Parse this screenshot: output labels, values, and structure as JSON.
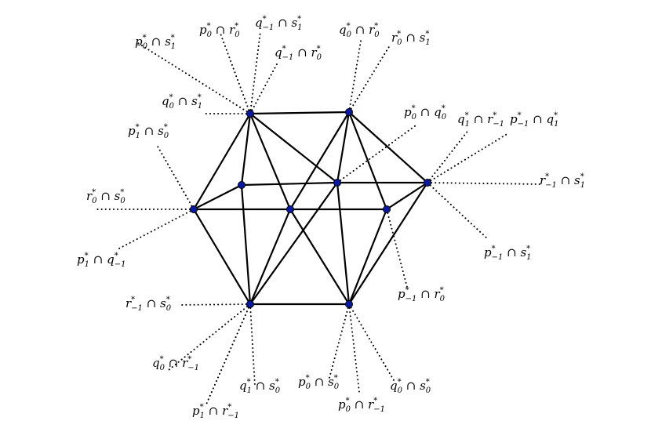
{
  "diagram": {
    "node_color": "#0a1aa0",
    "edge_color": "#000000",
    "labels": [
      {
        "id": "L1",
        "a": "p",
        "as": "0",
        "b": "s",
        "bs": "1"
      },
      {
        "id": "L2",
        "a": "p",
        "as": "0",
        "b": "r",
        "bs": "0"
      },
      {
        "id": "L3",
        "a": "q",
        "as": "−1",
        "b": "s",
        "bs": "1"
      },
      {
        "id": "L4",
        "a": "q",
        "as": "−1",
        "b": "r",
        "bs": "0"
      },
      {
        "id": "L5",
        "a": "q",
        "as": "0",
        "b": "s",
        "bs": "1"
      },
      {
        "id": "L6",
        "a": "q",
        "as": "0",
        "b": "r",
        "bs": "0"
      },
      {
        "id": "L7",
        "a": "r",
        "as": "0",
        "b": "s",
        "bs": "1"
      },
      {
        "id": "L8",
        "a": "p",
        "as": "1",
        "b": "s",
        "bs": "0"
      },
      {
        "id": "L9",
        "a": "p",
        "as": "0",
        "b": "q",
        "bs": "0"
      },
      {
        "id": "L10",
        "a": "q",
        "as": "1",
        "b": "r",
        "bs": "−1"
      },
      {
        "id": "L11",
        "a": "p",
        "as": "−1",
        "b": "q",
        "bs": "1"
      },
      {
        "id": "L12",
        "a": "r",
        "as": "0",
        "b": "s",
        "bs": "0"
      },
      {
        "id": "L13",
        "a": "r",
        "as": "−1",
        "b": "s",
        "bs": "1"
      },
      {
        "id": "L14",
        "a": "p",
        "as": "1",
        "b": "q",
        "bs": "−1"
      },
      {
        "id": "L15",
        "a": "p",
        "as": "−1",
        "b": "s",
        "bs": "1"
      },
      {
        "id": "L16",
        "a": "p",
        "as": "−1",
        "b": "r",
        "bs": "0"
      },
      {
        "id": "L17",
        "a": "r",
        "as": "−1",
        "b": "s",
        "bs": "0"
      },
      {
        "id": "L18",
        "a": "q",
        "as": "0",
        "b": "r",
        "bs": "−1"
      },
      {
        "id": "L19",
        "a": "p",
        "as": "1",
        "b": "r",
        "bs": "−1"
      },
      {
        "id": "L20",
        "a": "q",
        "as": "1",
        "b": "s",
        "bs": "0"
      },
      {
        "id": "L21",
        "a": "p",
        "as": "0",
        "b": "s",
        "bs": "0"
      },
      {
        "id": "L22",
        "a": "p",
        "as": "0",
        "b": "r",
        "bs": "−1"
      },
      {
        "id": "L23",
        "a": "q",
        "as": "0",
        "b": "s",
        "bs": "0"
      }
    ]
  }
}
